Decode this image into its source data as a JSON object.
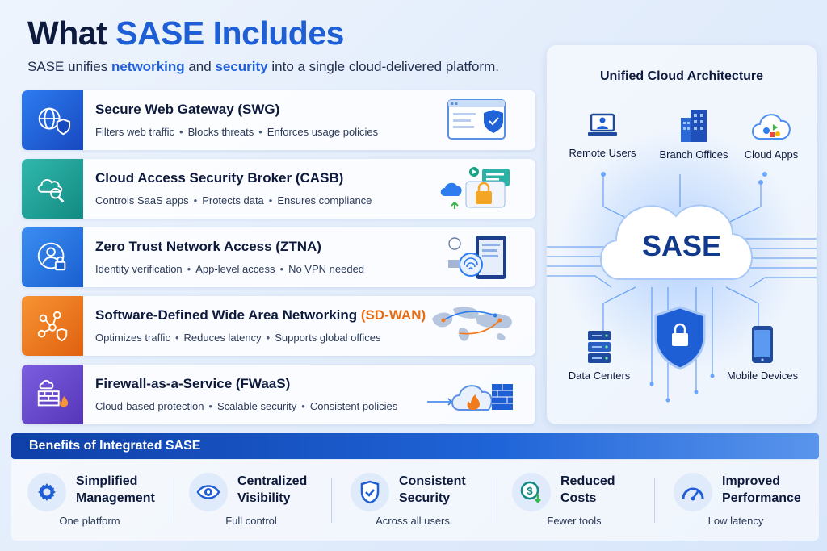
{
  "title": {
    "part1": "What ",
    "part2": "SASE Includes"
  },
  "subtitle": {
    "before": "SASE unifies ",
    "kw1": "networking",
    "mid": " and ",
    "kw2": "security",
    "after": " into a single cloud-delivered platform."
  },
  "cards": [
    {
      "title": "Secure Web Gateway (SWG)",
      "title_suffix": "",
      "desc": [
        "Filters web traffic",
        "Blocks threats",
        "Enforces usage policies"
      ],
      "icon": "globe-shield-icon",
      "color": "#1f5fd6"
    },
    {
      "title": "Cloud Access Security Broker (CASB)",
      "title_suffix": "",
      "desc": [
        "Controls SaaS apps",
        "Protects data",
        "Ensures compliance"
      ],
      "icon": "cloud-search-icon",
      "color": "#1aa39a"
    },
    {
      "title": "Zero Trust Network Access (ZTNA)",
      "title_suffix": "",
      "desc": [
        "Identity verification",
        "App-level access",
        "No VPN needed"
      ],
      "icon": "user-lock-icon",
      "color": "#2a7be0"
    },
    {
      "title": "Software-Defined Wide Area Networking ",
      "title_suffix": "(SD-WAN)",
      "desc": [
        "Optimizes traffic",
        "Reduces latency",
        "Supports global offices"
      ],
      "icon": "network-nodes-icon",
      "color": "#f07a1c"
    },
    {
      "title": "Firewall-as-a-Service (FWaaS)",
      "title_suffix": "",
      "desc": [
        "Cloud-based protection",
        "Scalable security",
        "Consistent policies"
      ],
      "icon": "firewall-icon",
      "color": "#6a4ad0"
    }
  ],
  "architecture": {
    "title": "Unified Cloud Architecture",
    "center": "SASE",
    "nodes": [
      {
        "label": "Remote Users",
        "icon": "laptop-user-icon"
      },
      {
        "label": "Branch Offices",
        "icon": "building-icon"
      },
      {
        "label": "Cloud Apps",
        "icon": "cloud-apps-icon"
      },
      {
        "label": "Data Centers",
        "icon": "server-icon"
      },
      {
        "label": "Mobile Devices",
        "icon": "smartphone-icon"
      }
    ]
  },
  "benefits": {
    "heading": "Benefits of Integrated SASE",
    "items": [
      {
        "name": "Simplified Management",
        "sub": "One platform",
        "icon": "gear-icon"
      },
      {
        "name": "Centralized Visibility",
        "sub": "Full control",
        "icon": "eye-icon"
      },
      {
        "name": "Consistent Security",
        "sub": "Across all users",
        "icon": "shield-check-icon"
      },
      {
        "name": "Reduced Costs",
        "sub": "Fewer tools",
        "icon": "dollar-down-icon"
      },
      {
        "name": "Improved Performance",
        "sub": "Low latency",
        "icon": "speedometer-icon"
      }
    ]
  }
}
